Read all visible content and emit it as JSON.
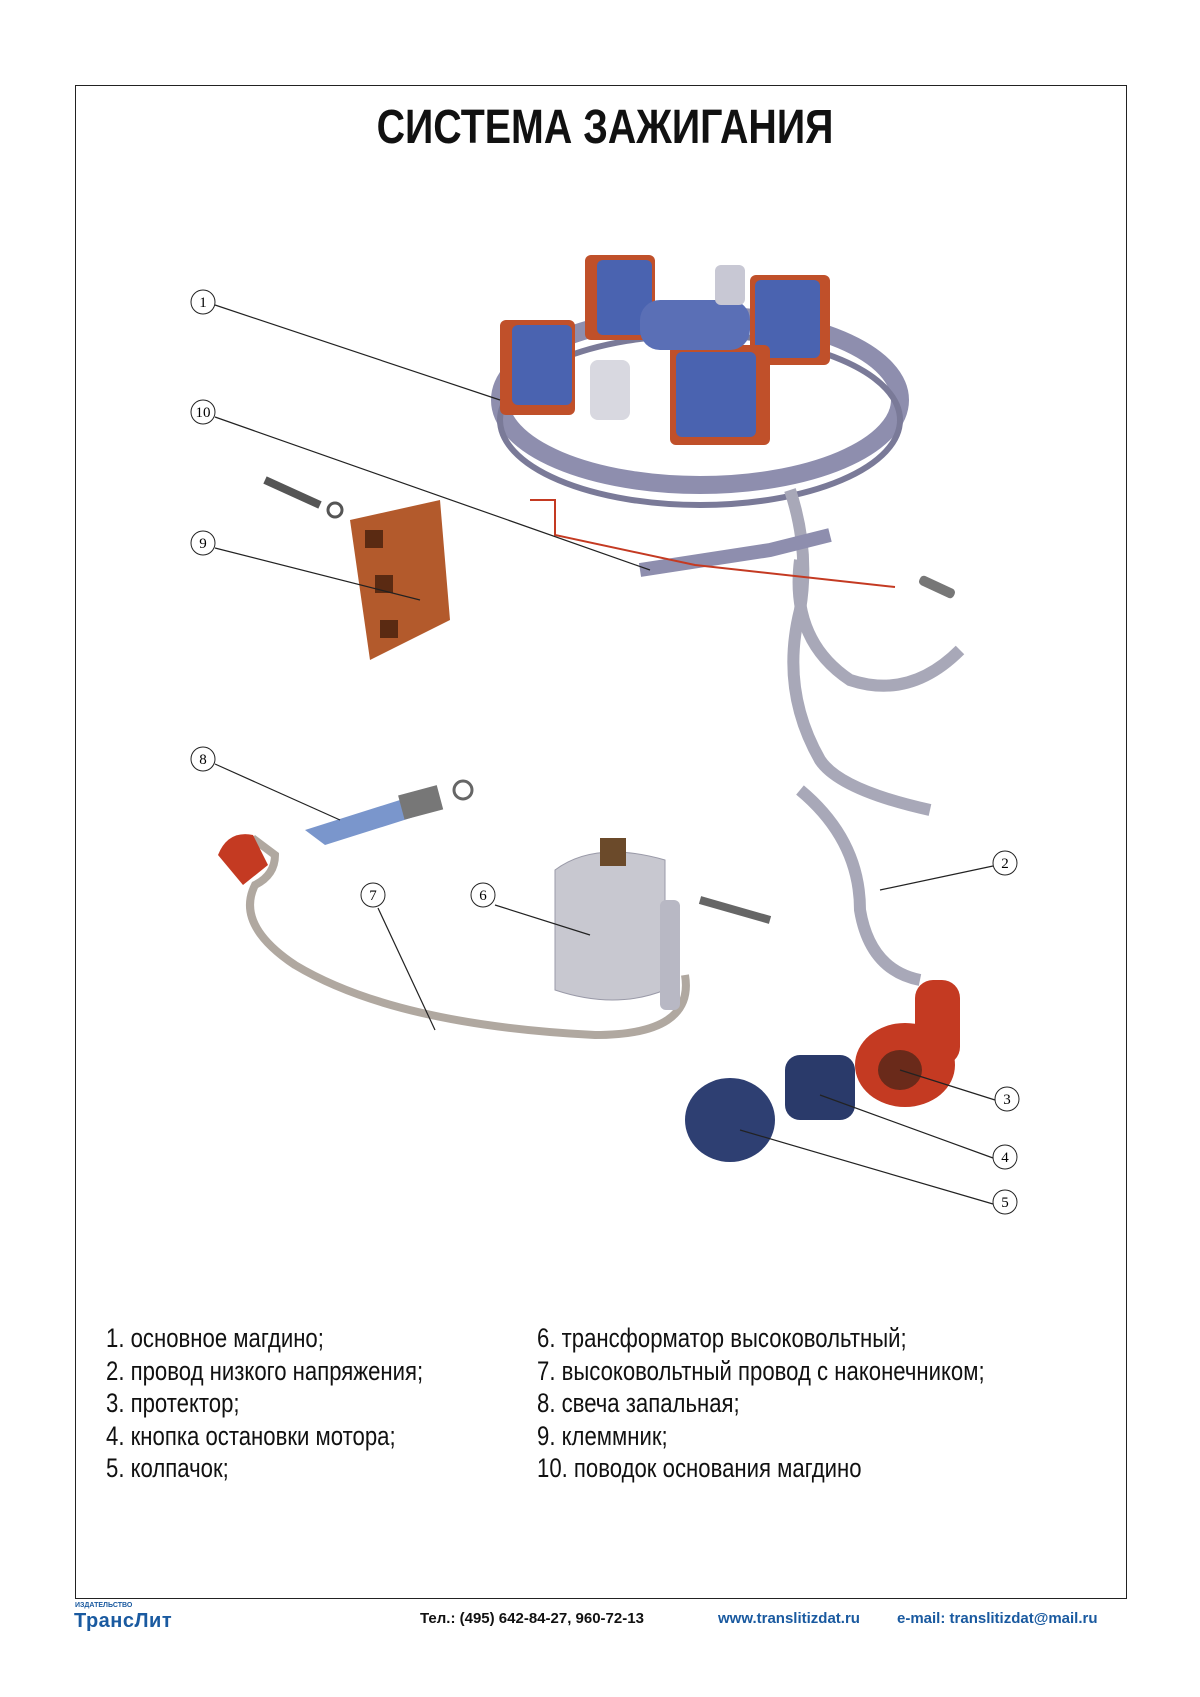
{
  "title": "СИСТЕМА ЗАЖИГАНИЯ",
  "callouts": [
    "1",
    "2",
    "3",
    "4",
    "5",
    "6",
    "7",
    "8",
    "9",
    "10"
  ],
  "legend_left": [
    "1. основное магдино;",
    "2. провод низкого напряжения;",
    "3. протектор;",
    "4. кнопка остановки мотора;",
    "5. колпачок;"
  ],
  "legend_right": [
    "6. трансформатор высоковольтный;",
    "7. высоковольтный провод с наконечником;",
    "8. свеча запальная;",
    "9. клеммник;",
    "10. поводок основания магдино"
  ],
  "footer": {
    "publisher_label": "ИЗДАТЕЛЬСТВО",
    "publisher": "ТрансЛит",
    "phone": "Тел.: (495) 642-84-27, 960-72-13",
    "website": "www.translitizdat.ru",
    "email": "e-mail: translitizdat@mail.ru"
  },
  "colors": {
    "coil_blue": "#4a63b0",
    "coil_orange": "#c0502a",
    "metal": "#9a9ab8",
    "wire": "#a8a8b8",
    "cap": "#c43a22"
  }
}
